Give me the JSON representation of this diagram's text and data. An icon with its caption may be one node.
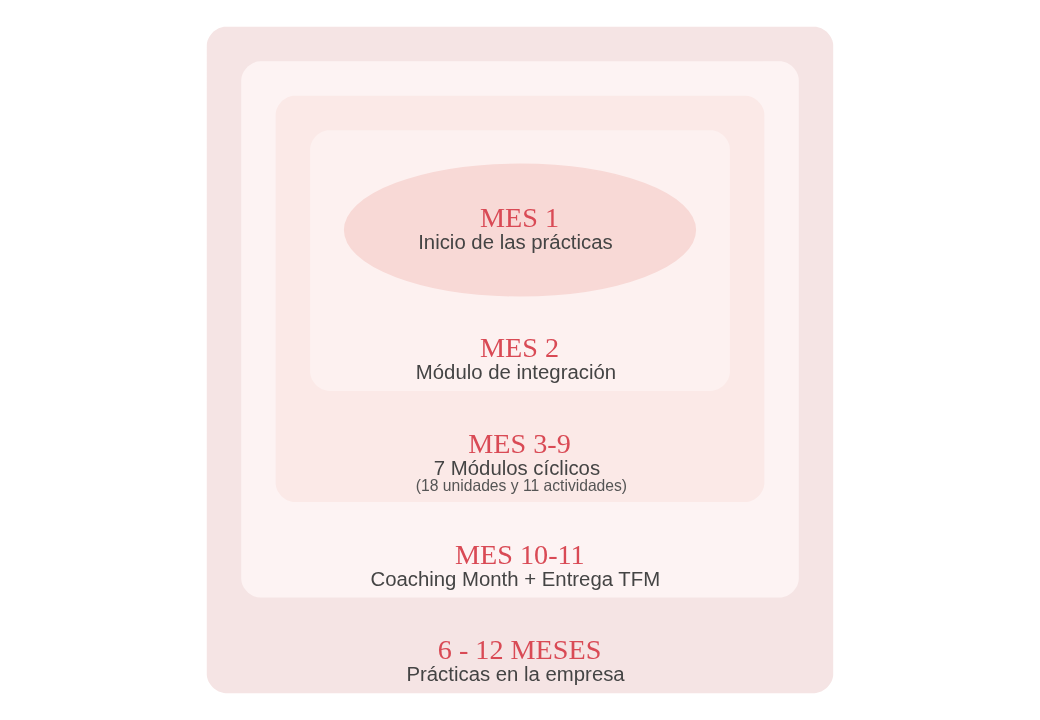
{
  "diagram": {
    "nodes": [
      {
        "text": [
          "6 - 12 MESES",
          "Prácticas en la empresa"
        ]
      },
      {
        "text": [
          "MES 10-11",
          "Coaching Month + Entrega TFM"
        ],
        "in": 0
      },
      {
        "text": [
          "MES 3-9",
          "7 Módulos cíclicos",
          "(18 unidades y 11 actividades)"
        ],
        "in": 1
      },
      {
        "text": [
          "MES 2",
          "Módulo de integración"
        ],
        "in": 2
      },
      {
        "text": [
          "MES 1",
          "Inicio de las prácticas"
        ],
        "in": 3
      }
    ]
  }
}
